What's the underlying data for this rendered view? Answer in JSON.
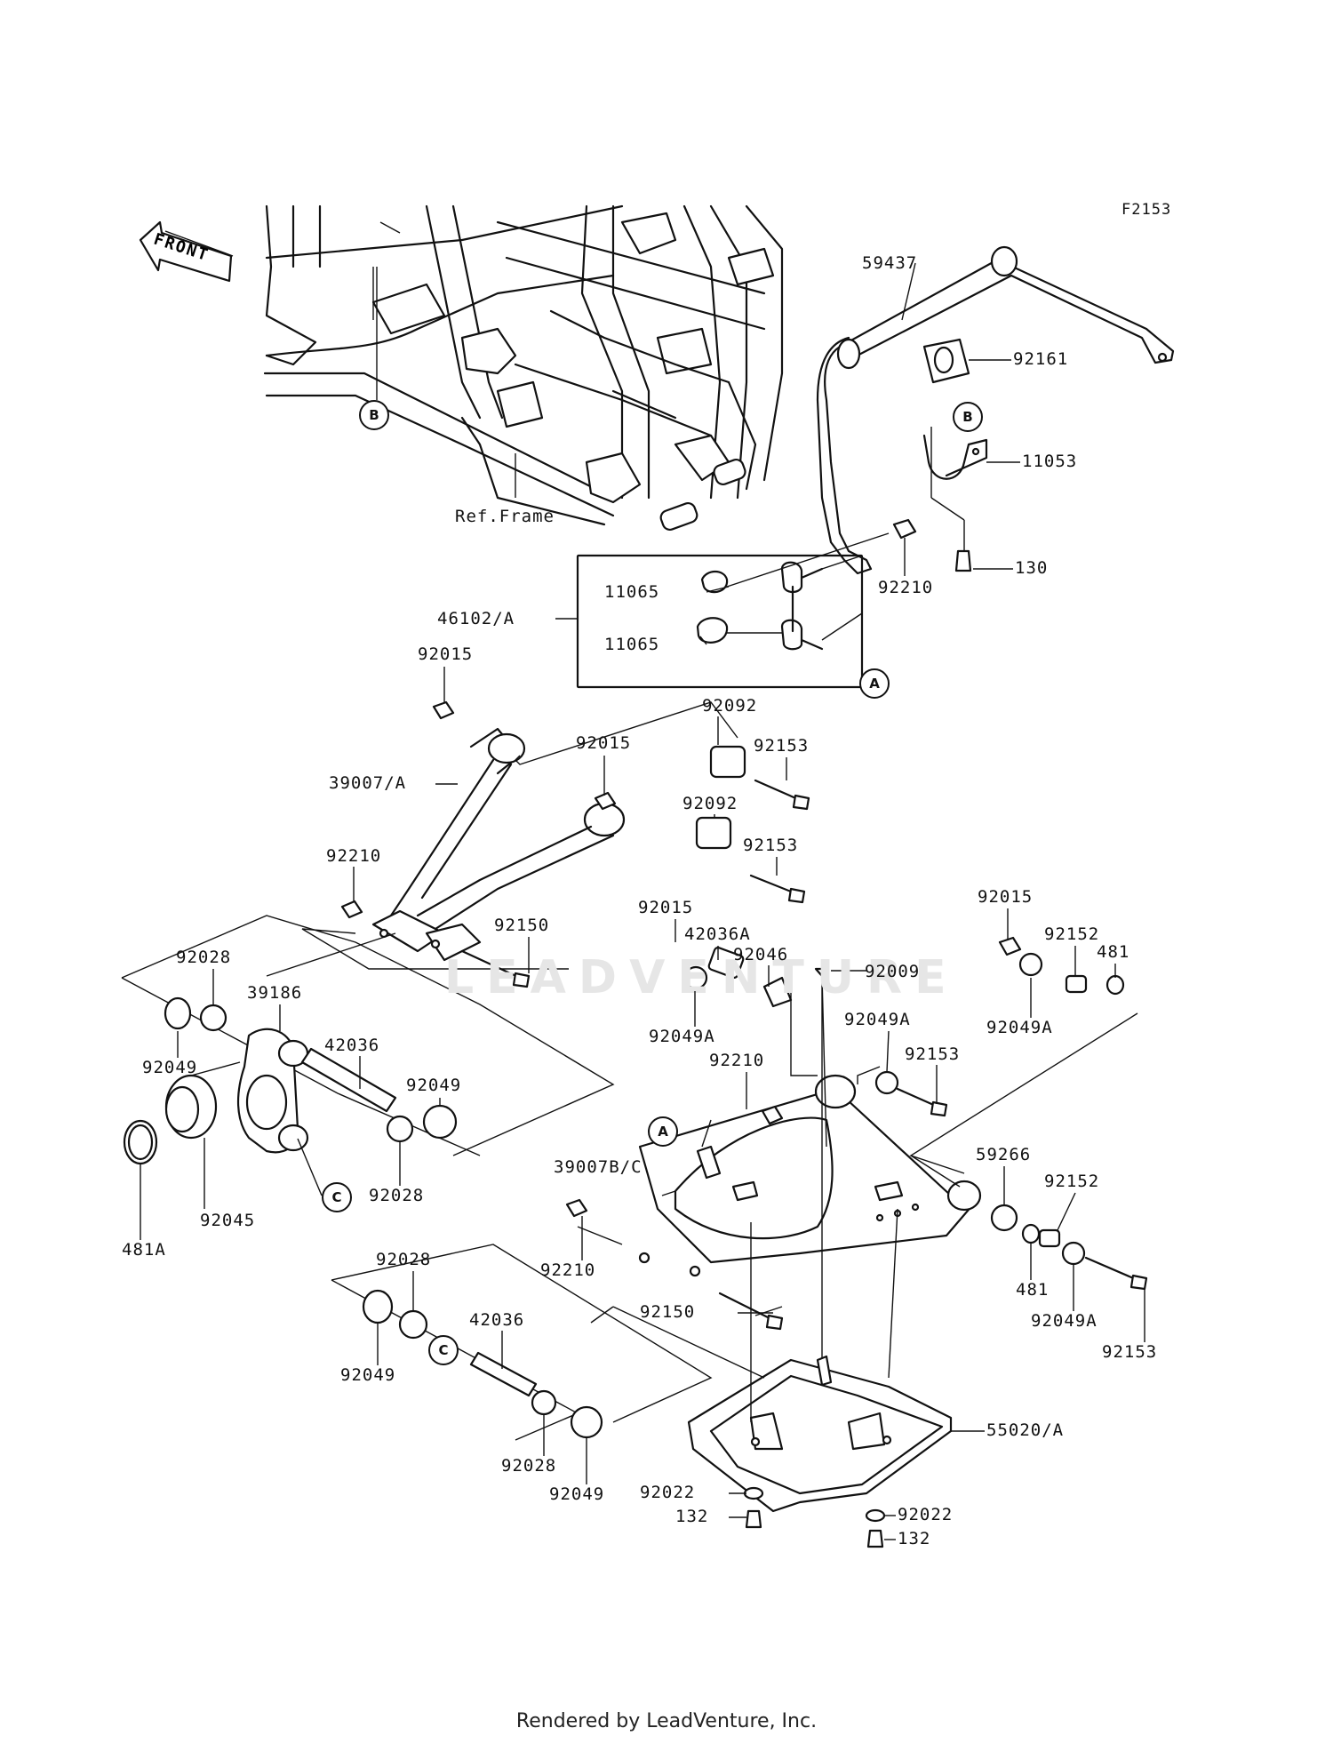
{
  "diagram": {
    "code": "F2153",
    "front_label": "FRONT",
    "ref_frame": "Ref.Frame",
    "footer": "Rendered by LeadVenture, Inc.",
    "watermark": "LEADVENTURE",
    "markers": [
      "A",
      "B",
      "C"
    ],
    "part_numbers": [
      "59437",
      "92161",
      "11053",
      "130",
      "92210",
      "11065",
      "46102/A",
      "92015",
      "92092",
      "92153",
      "39007/A",
      "92150",
      "42036A",
      "92046",
      "92049A",
      "92009",
      "92152",
      "481",
      "92028",
      "39186",
      "92049",
      "42036",
      "92045",
      "481A",
      "39007B/C",
      "59266",
      "55020/A",
      "92022",
      "132"
    ],
    "colors": {
      "line": "#111111",
      "background": "#ffffff",
      "watermark": "#e6e6e6"
    }
  }
}
